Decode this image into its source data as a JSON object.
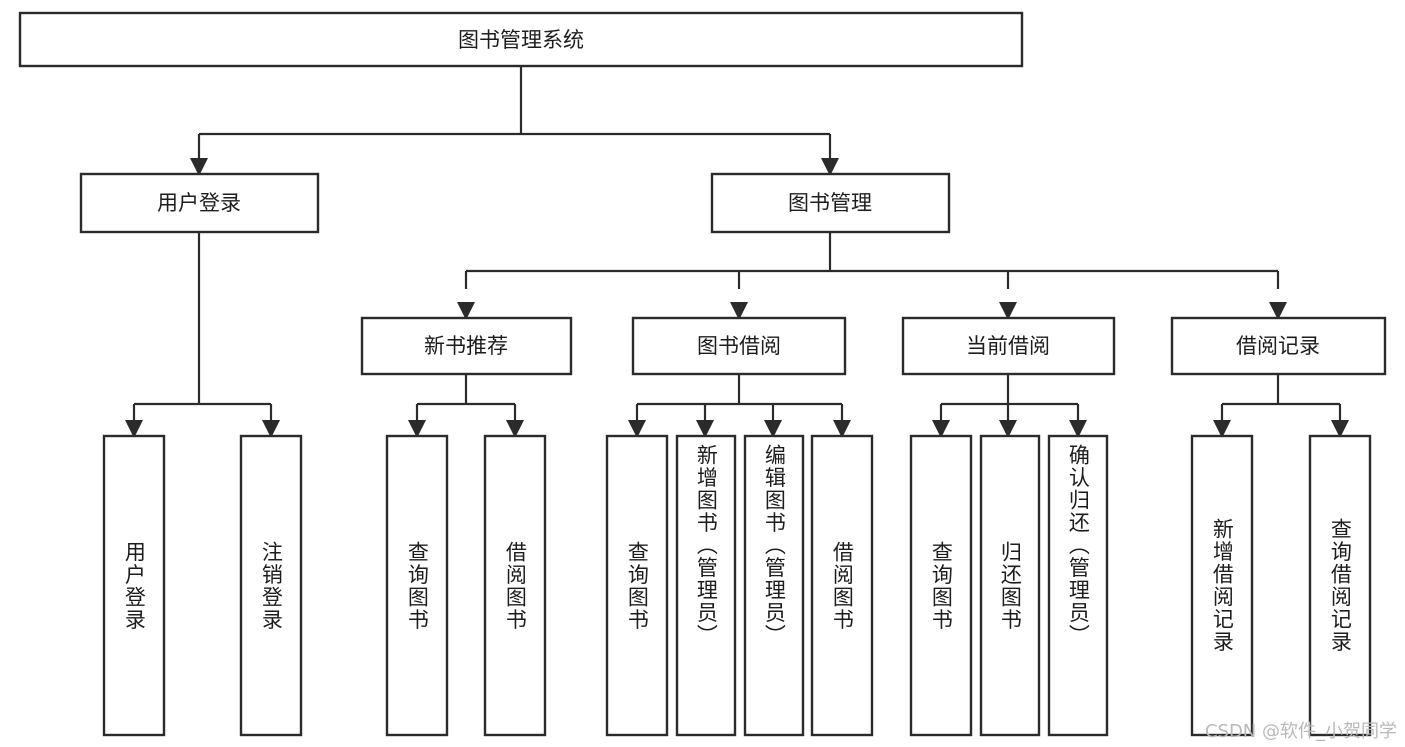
{
  "diagram": {
    "type": "tree-hierarchy",
    "title": "图书管理系统",
    "root": {
      "id": "root",
      "label": "图书管理系统",
      "orientation": "horizontal"
    },
    "level2": [
      {
        "id": "user-login",
        "label": "用户登录",
        "orientation": "horizontal"
      },
      {
        "id": "book-management",
        "label": "图书管理",
        "orientation": "horizontal"
      }
    ],
    "level3": [
      {
        "id": "new-book-recommend",
        "label": "新书推荐",
        "parent": "book-management",
        "orientation": "horizontal"
      },
      {
        "id": "book-borrow",
        "label": "图书借阅",
        "parent": "book-management",
        "orientation": "horizontal"
      },
      {
        "id": "current-borrow",
        "label": "当前借阅",
        "parent": "book-management",
        "orientation": "horizontal"
      },
      {
        "id": "borrow-record",
        "label": "借阅记录",
        "parent": "book-management",
        "orientation": "horizontal"
      }
    ],
    "leaves": [
      {
        "id": "leaf-user-login",
        "label": "用户登录",
        "parent": "user-login",
        "orientation": "vertical"
      },
      {
        "id": "leaf-user-logout",
        "label": "注销登录",
        "parent": "user-login",
        "orientation": "vertical"
      },
      {
        "id": "leaf-query-book-1",
        "label": "查询图书",
        "parent": "new-book-recommend",
        "orientation": "vertical"
      },
      {
        "id": "leaf-borrow-book-1",
        "label": "借阅图书",
        "parent": "new-book-recommend",
        "orientation": "vertical"
      },
      {
        "id": "leaf-query-book-2",
        "label": "查询图书",
        "parent": "book-borrow",
        "orientation": "vertical"
      },
      {
        "id": "leaf-add-book",
        "label": "新增图书（管理员）",
        "parent": "book-borrow",
        "orientation": "vertical"
      },
      {
        "id": "leaf-edit-book",
        "label": "编辑图书（管理员）",
        "parent": "book-borrow",
        "orientation": "vertical"
      },
      {
        "id": "leaf-borrow-book-2",
        "label": "借阅图书",
        "parent": "book-borrow",
        "orientation": "vertical"
      },
      {
        "id": "leaf-query-book-3",
        "label": "查询图书",
        "parent": "current-borrow",
        "orientation": "vertical"
      },
      {
        "id": "leaf-return-book",
        "label": "归还图书",
        "parent": "current-borrow",
        "orientation": "vertical"
      },
      {
        "id": "leaf-confirm-return",
        "label": "确认归还（管理员）",
        "parent": "current-borrow",
        "orientation": "vertical"
      },
      {
        "id": "leaf-add-record",
        "label": "新增借阅记录",
        "parent": "borrow-record",
        "orientation": "vertical"
      },
      {
        "id": "leaf-query-record",
        "label": "查询借阅记录",
        "parent": "borrow-record",
        "orientation": "vertical"
      }
    ],
    "colors": {
      "stroke": "#2b2b2b",
      "fill": "#ffffff",
      "text": "#1d1d1d",
      "watermark": "#b9b9b9",
      "background": "#ffffff"
    }
  },
  "watermark": {
    "text": "CSDN @软件_小贺同学"
  }
}
